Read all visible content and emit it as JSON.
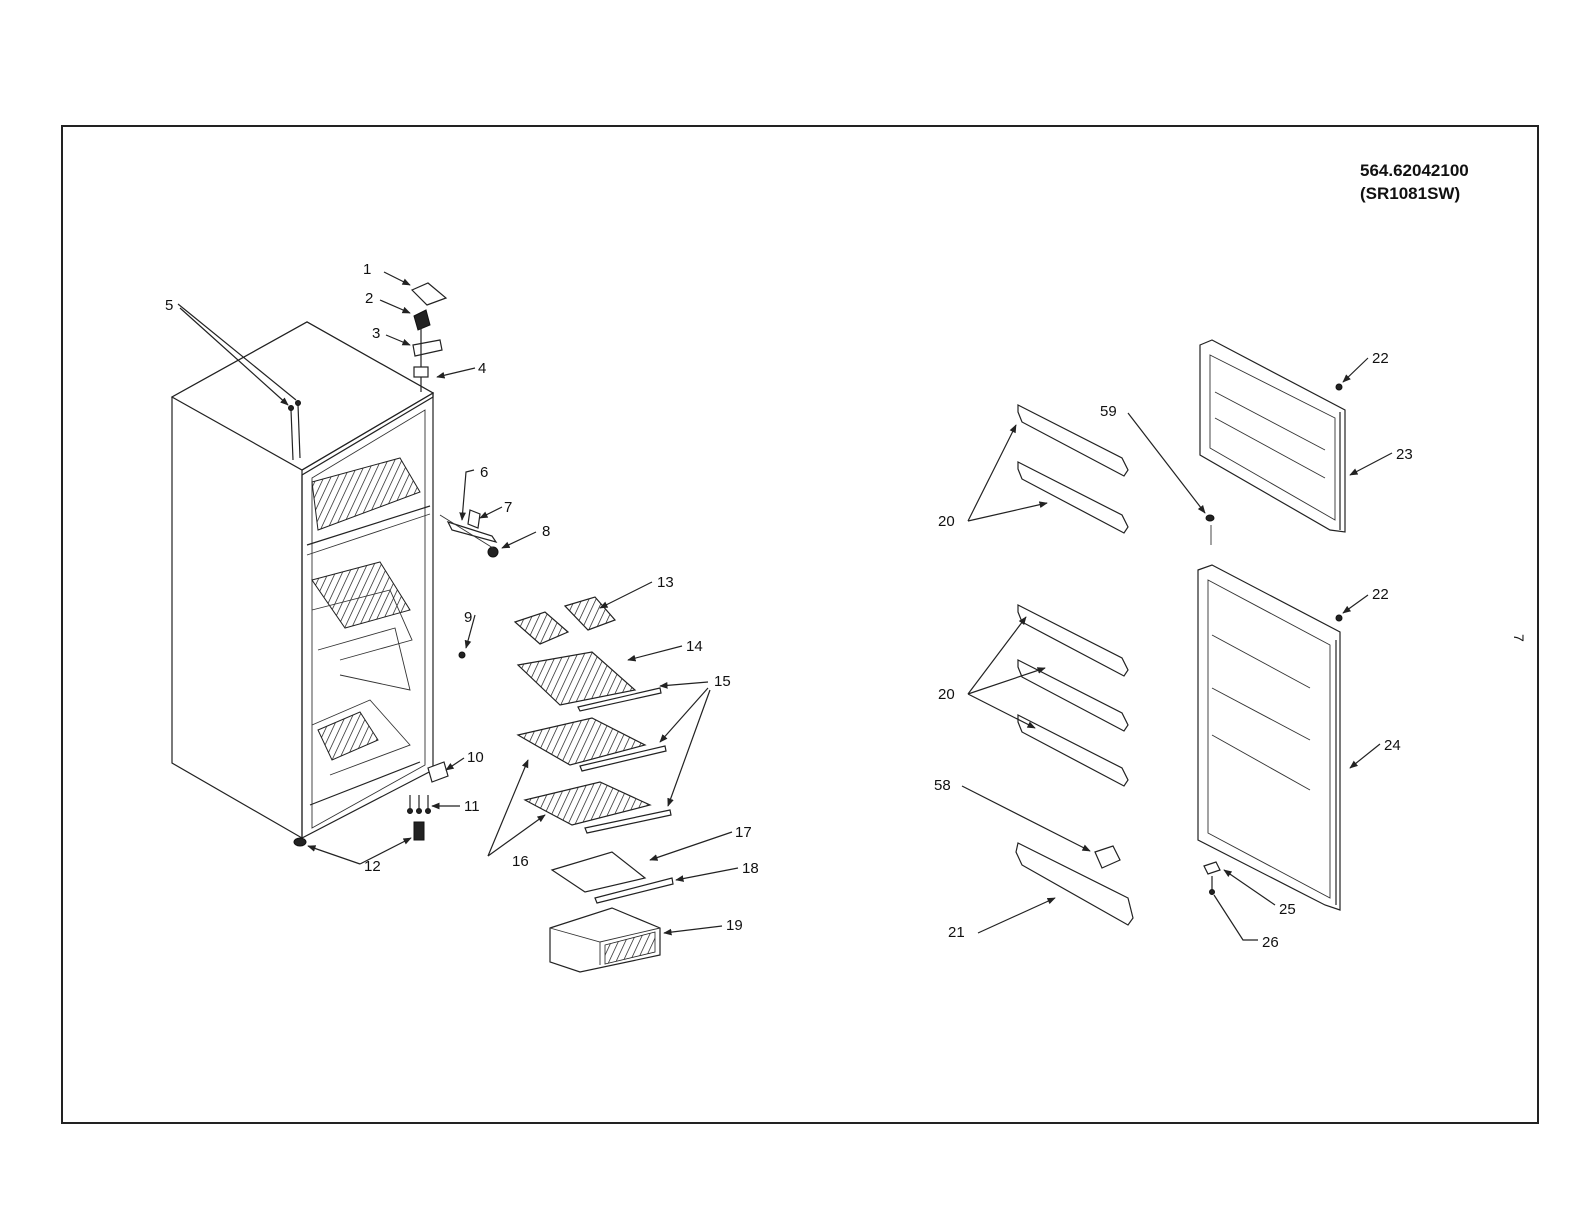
{
  "header": {
    "model_number": "564.62042100",
    "model_code": "(SR1081SW)"
  },
  "page_number": "7",
  "callouts": {
    "c1": "1",
    "c2": "2",
    "c3": "3",
    "c4": "4",
    "c5": "5",
    "c6": "6",
    "c7": "7",
    "c8": "8",
    "c9": "9",
    "c10": "10",
    "c11": "11",
    "c12": "12",
    "c13": "13",
    "c14": "14",
    "c15": "15",
    "c16": "16",
    "c17": "17",
    "c18": "18",
    "c19": "19",
    "c20a": "20",
    "c20b": "20",
    "c21": "21",
    "c22a": "22",
    "c22b": "22",
    "c23": "23",
    "c24": "24",
    "c25": "25",
    "c26": "26",
    "c58": "58",
    "c59": "59"
  }
}
